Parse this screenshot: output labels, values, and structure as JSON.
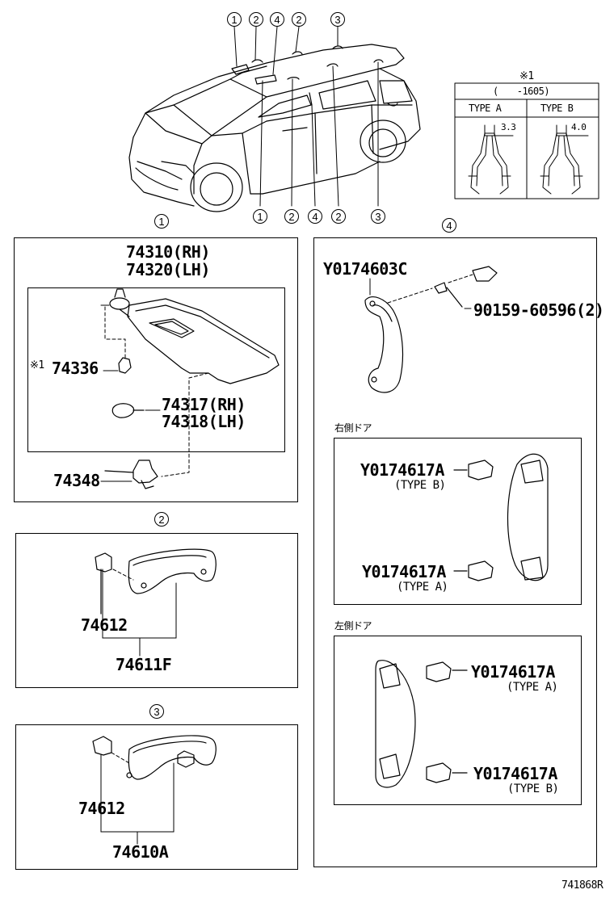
{
  "callout_numbers": {
    "top": [
      "1",
      "2",
      "4",
      "2",
      "3"
    ],
    "bottom": [
      "1",
      "2",
      "4",
      "2",
      "3"
    ]
  },
  "note_table": {
    "mark": "※1",
    "range": "(　　-1605)",
    "type_a": "TYPE A",
    "type_b": "TYPE B",
    "dim_a": "3.3",
    "dim_b": "4.0"
  },
  "section1": {
    "num": "1",
    "title_rh": "74310(RH)",
    "title_lh": "74320(LH)",
    "note_mark": "※1",
    "part_74336": "74336",
    "part_74317": "74317(RH)",
    "part_74318": "74318(LH)",
    "part_74348": "74348"
  },
  "section2": {
    "num": "2",
    "part_74612": "74612",
    "part_74611f": "74611F"
  },
  "section3": {
    "num": "3",
    "part_74612": "74612",
    "part_74610a": "74610A"
  },
  "section4": {
    "num": "4",
    "part_y603c": "Y0174603C",
    "part_90159": "90159-60596(2)",
    "right_door_label": "右側ドア",
    "left_door_label": "左側ドア",
    "rd_part_b": "Y0174617A",
    "rd_type_b": "(TYPE B)",
    "rd_part_a": "Y0174617A",
    "rd_type_a": "(TYPE A)",
    "ld_part_a": "Y0174617A",
    "ld_type_a": "(TYPE A)",
    "ld_part_b": "Y0174617A",
    "ld_type_b": "(TYPE B)"
  },
  "diagram_code": "741868R"
}
